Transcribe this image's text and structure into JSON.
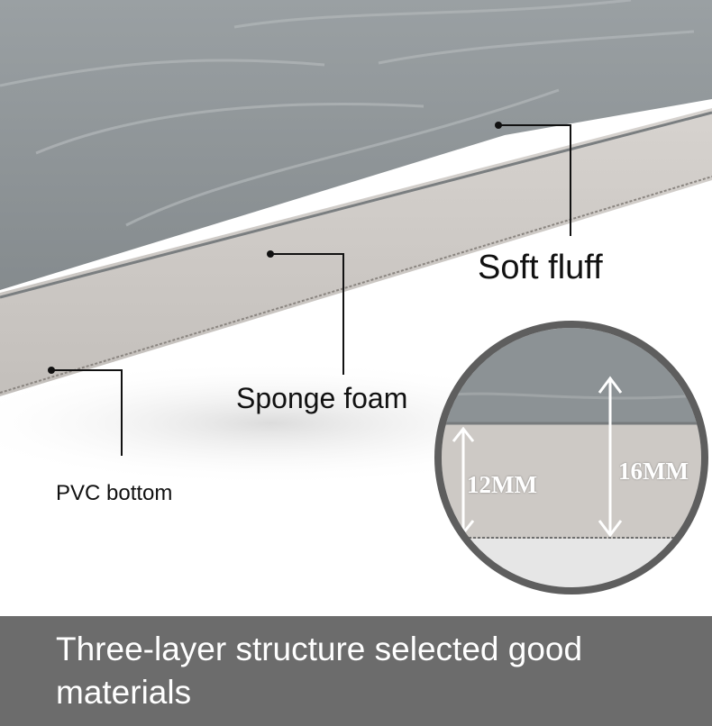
{
  "labels": {
    "soft_fluff": "Soft fluff",
    "sponge_foam": "Sponge foam",
    "pvc_bottom": "PVC bottom"
  },
  "zoom": {
    "thin_dimension": "12MM",
    "thick_dimension": "16MM"
  },
  "banner": {
    "text": "Three-layer structure selected good materials"
  },
  "colors": {
    "fluff": "#8e9497",
    "foam": "#cdc9c5",
    "banner": "#6c6c6c",
    "text_dark": "#111111",
    "text_light": "#ffffff"
  }
}
